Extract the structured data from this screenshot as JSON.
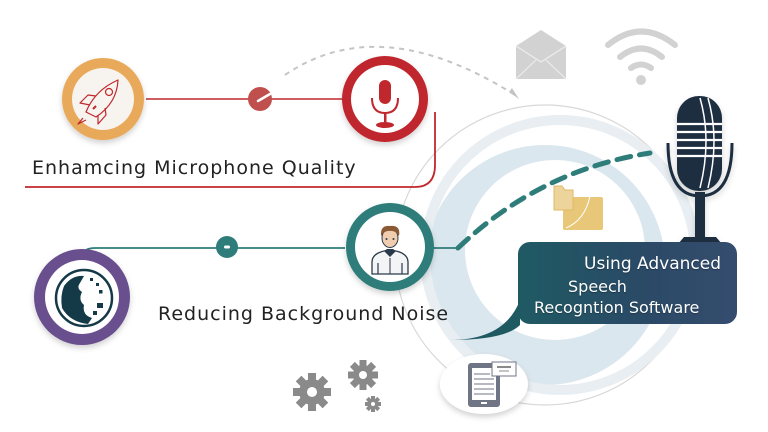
{
  "diagram": {
    "steps": [
      {
        "label": "Enhamcing Microphone Quality",
        "icon": "rocket-icon",
        "secondary_icon": "microphone-icon",
        "color": "#c0282d",
        "ring_color": "#e9a95a"
      },
      {
        "label": "Reducing Background Noise",
        "icon": "globe-icon",
        "secondary_icon": "person-icon",
        "color": "#2e7d7a",
        "ring_color": "#6a4f8f"
      },
      {
        "label_lines": [
          "Using Advanced",
          "Speech",
          "Recogntion Software"
        ],
        "icon": "vintage-microphone-icon",
        "color": "#2b4a66"
      }
    ],
    "decor_icons": [
      "envelope-icon",
      "wifi-icon",
      "folder-icon",
      "gear-icon",
      "tablet-document-icon"
    ],
    "colors": {
      "red": "#c0282d",
      "orange": "#e9a95a",
      "teal": "#2e7d7a",
      "purple": "#6a4f8f",
      "navy": "#1e2d40",
      "light_blue": "#dbe7ee",
      "gray": "#8a8a8a"
    }
  }
}
